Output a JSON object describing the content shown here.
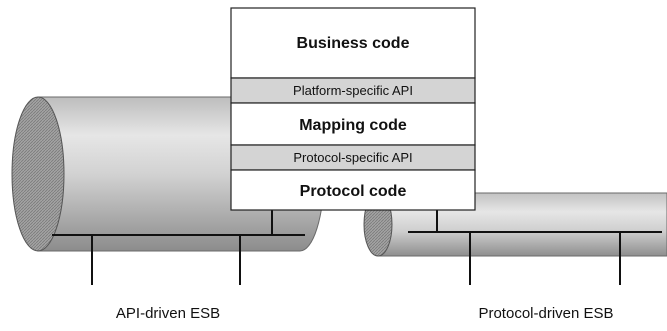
{
  "stack": {
    "layers": [
      {
        "label": "Business code",
        "kind": "code"
      },
      {
        "label": "Platform-specific API",
        "kind": "api"
      },
      {
        "label": "Mapping code",
        "kind": "code"
      },
      {
        "label": "Protocol-specific API",
        "kind": "api"
      },
      {
        "label": "Protocol code",
        "kind": "code"
      }
    ]
  },
  "buses": {
    "api_driven": {
      "label": "API-driven ESB"
    },
    "protocol_driven": {
      "label": "Protocol-driven ESB"
    }
  },
  "colors": {
    "code_fill": "#ffffff",
    "api_fill": "#d4d4d4",
    "outline": "#222222",
    "pipe_shadow": "#8f8f8f",
    "pipe_highlight": "#e2e2e2"
  }
}
